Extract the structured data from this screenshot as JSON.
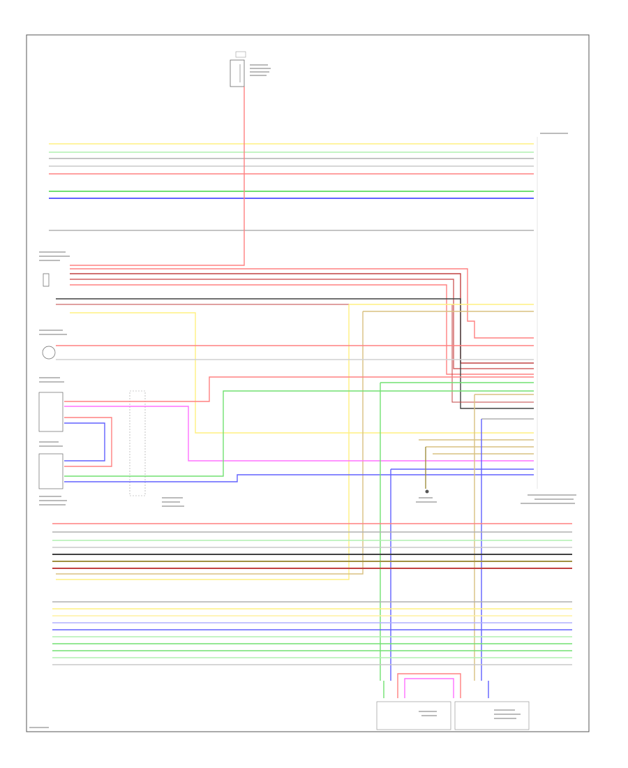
{
  "wire_colors": {
    "red": "#ff8080",
    "dark_red": "#c04040",
    "yellow": "#fff080",
    "green": "#70e070",
    "lt_green": "#b0f0b0",
    "blue": "#6060ff",
    "lt_blue": "#b0b0ff",
    "pink": "#ff70ff",
    "gray": "#909090",
    "black": "#404040",
    "tan": "#d8c080",
    "olive": "#a09040"
  },
  "components": [
    {
      "id": "fuse-box",
      "icon": "fuse-box-icon"
    },
    {
      "id": "lt-rear-door-speaker",
      "icon": "speaker-icon"
    },
    {
      "id": "left-rear-door-speaker",
      "icon": "speaker-icon"
    },
    {
      "id": "right-rear-door-speaker",
      "icon": "speaker-icon"
    },
    {
      "id": "left-tweeter",
      "icon": "speaker-icon"
    },
    {
      "id": "left-front-door-speaker",
      "icon": "speaker-icon"
    },
    {
      "id": "junction-connector",
      "icon": "connector-icon"
    },
    {
      "id": "stereo-component-amplifier",
      "icon": "amplifier-icon"
    },
    {
      "id": "ground-point",
      "icon": "ground-icon"
    },
    {
      "id": "right-tweeter",
      "icon": "speaker-icon"
    },
    {
      "id": "right-front-door-speaker",
      "icon": "speaker-icon"
    }
  ]
}
